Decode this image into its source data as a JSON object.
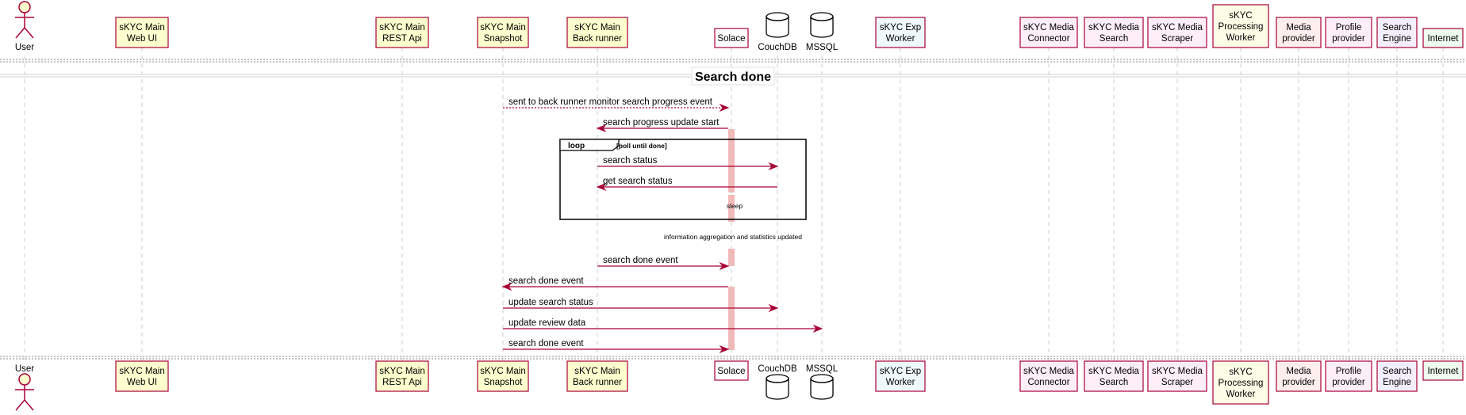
{
  "diagram": {
    "divider_title": "Search done",
    "colors": {
      "border": "#A80036",
      "arrow": "#A80036",
      "lifeline": "#CCCCCC",
      "activation": "#F4B8B8",
      "divider": "#888888"
    },
    "participants": [
      {
        "id": "user",
        "lines": [
          "User"
        ],
        "kind": "actor"
      },
      {
        "id": "webui",
        "lines": [
          "sKYC Main",
          "Web UI"
        ],
        "kind": "box",
        "fill": "#FEFECE"
      },
      {
        "id": "restapi",
        "lines": [
          "sKYC Main",
          "REST Api"
        ],
        "kind": "box",
        "fill": "#FEFECE"
      },
      {
        "id": "snapshot",
        "lines": [
          "sKYC Main",
          "Snapshot"
        ],
        "kind": "box",
        "fill": "#FEFECE"
      },
      {
        "id": "backrunner",
        "lines": [
          "sKYC Main",
          "Back runner"
        ],
        "kind": "box",
        "fill": "#FEFECE"
      },
      {
        "id": "solace",
        "lines": [
          "Solace"
        ],
        "kind": "box",
        "fill": "#FFFFFF"
      },
      {
        "id": "couchdb",
        "lines": [
          "CouchDB"
        ],
        "kind": "database"
      },
      {
        "id": "mssql",
        "lines": [
          "MSSQL"
        ],
        "kind": "database"
      },
      {
        "id": "expworker",
        "lines": [
          "sKYC Exp",
          "Worker"
        ],
        "kind": "box",
        "fill": "#EFF8FB"
      },
      {
        "id": "mconnector",
        "lines": [
          "sKYC Media",
          "Connector"
        ],
        "kind": "box",
        "fill": "#FDEEF8"
      },
      {
        "id": "msearch",
        "lines": [
          "sKYC Media",
          "Search"
        ],
        "kind": "box",
        "fill": "#FDEEF8"
      },
      {
        "id": "mscraper",
        "lines": [
          "sKYC Media",
          "Scraper"
        ],
        "kind": "box",
        "fill": "#FDEEF8"
      },
      {
        "id": "procworker",
        "lines": [
          "sKYC",
          "Processing",
          "Worker"
        ],
        "kind": "box",
        "fill": "#FEFEE8"
      },
      {
        "id": "mprovider",
        "lines": [
          "Media",
          "provider"
        ],
        "kind": "box",
        "fill": "#FFEEEE"
      },
      {
        "id": "pprovider",
        "lines": [
          "Profile",
          "provider"
        ],
        "kind": "box",
        "fill": "#FDEEF8"
      },
      {
        "id": "sengine",
        "lines": [
          "Search",
          "Engine"
        ],
        "kind": "box",
        "fill": "#F3EEFB"
      },
      {
        "id": "internet",
        "lines": [
          "Internet"
        ],
        "kind": "box",
        "fill": "#EEFBEE"
      }
    ],
    "loop": {
      "tag": "loop",
      "condition": "[poll until done]"
    },
    "notes": [
      {
        "id": "sleep",
        "text": "sleep"
      },
      {
        "id": "agg",
        "text": "information aggregation and statistics updated"
      }
    ],
    "messages": [
      {
        "from": "snapshot",
        "to": "solace",
        "text": "sent to back runner monitor search progress event",
        "dashed": true
      },
      {
        "from": "solace",
        "to": "backrunner",
        "text": "search progress update start",
        "dashed": false
      },
      {
        "from": "backrunner",
        "to": "couchdb",
        "text": "search status",
        "dashed": false
      },
      {
        "from": "couchdb",
        "to": "backrunner",
        "text": "get search status",
        "dashed": false
      },
      {
        "from": "backrunner",
        "to": "solace",
        "text": "search done event",
        "dashed": false
      },
      {
        "from": "solace",
        "to": "snapshot",
        "text": "search done event",
        "dashed": false
      },
      {
        "from": "snapshot",
        "to": "couchdb",
        "text": "update search status",
        "dashed": false
      },
      {
        "from": "snapshot",
        "to": "mssql",
        "text": "update review data",
        "dashed": false
      },
      {
        "from": "snapshot",
        "to": "solace",
        "text": "search done event",
        "dashed": false
      }
    ]
  }
}
